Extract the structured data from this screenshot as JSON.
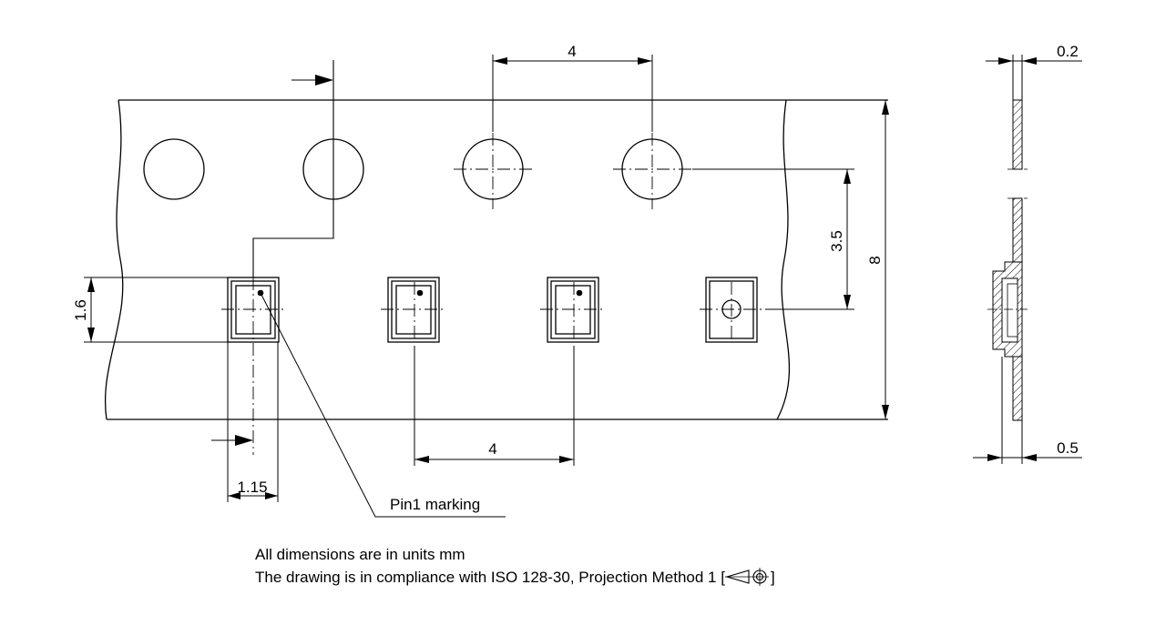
{
  "dimensions": {
    "top_pitch": "4",
    "bottom_pitch": "4",
    "tape_width": "8",
    "hole_to_pocket": "3.5",
    "pocket_height": "1.6",
    "pocket_offset": "1.15",
    "tape_thickness": "0.2",
    "pocket_depth": "0.5"
  },
  "labels": {
    "pin1": "Pin1 marking"
  },
  "notes": {
    "line1": "All dimensions are in units mm",
    "line2_prefix": "The drawing is in compliance with ISO 128-30, Projection Method 1 [",
    "line2_suffix": "]"
  }
}
